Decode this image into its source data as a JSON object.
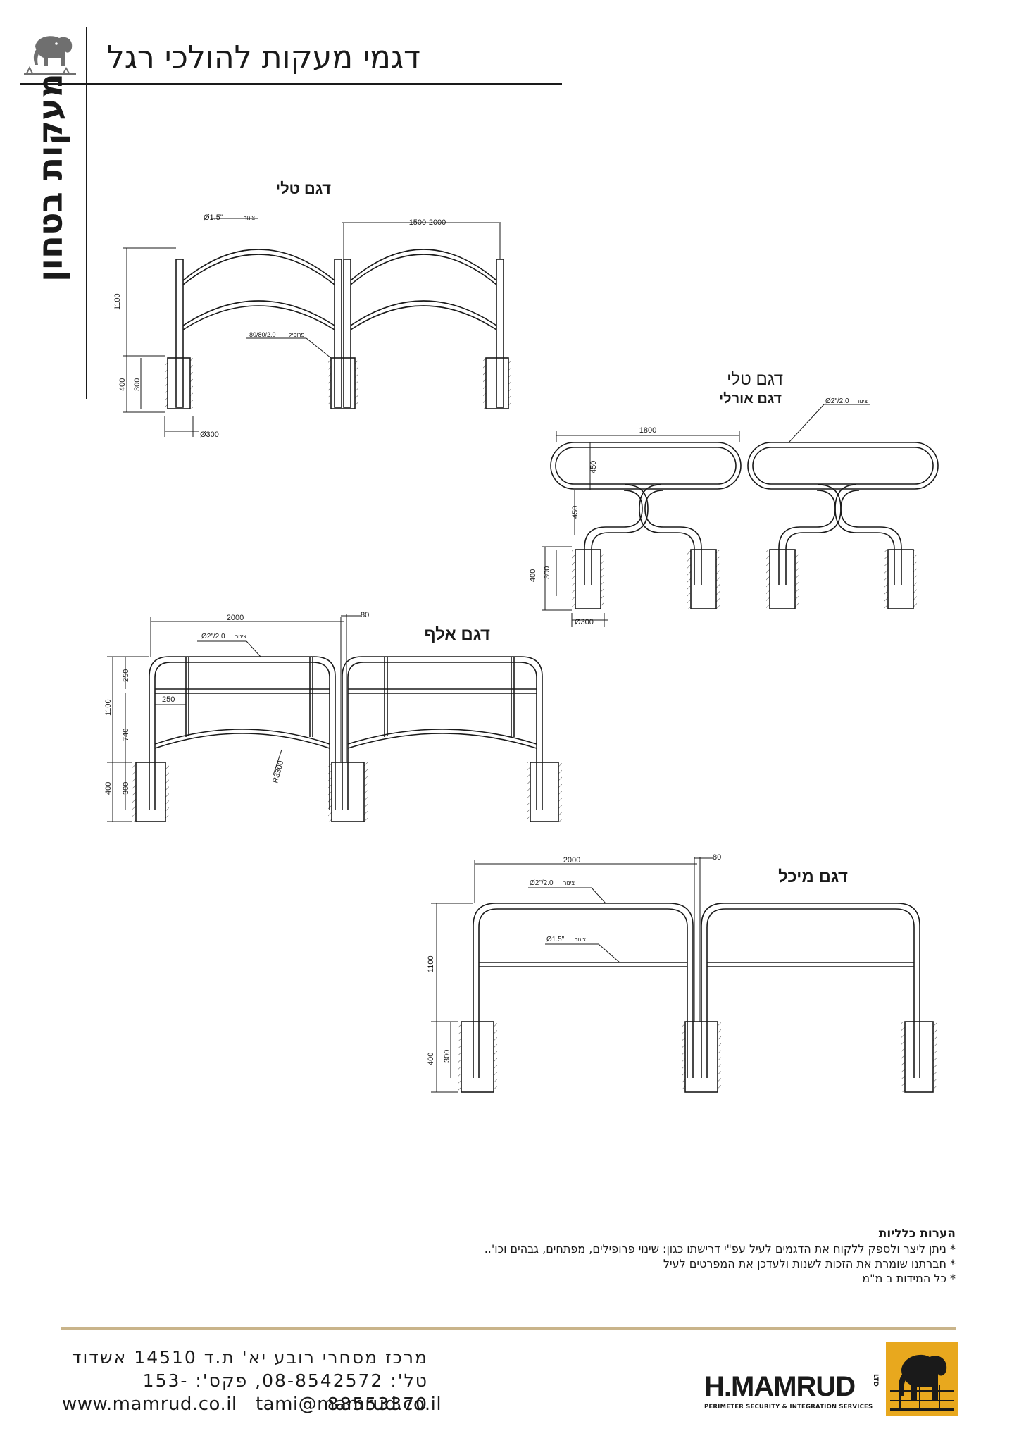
{
  "header": {
    "title": "דגמי מעקות להולכי רגל",
    "side_title": "מעקות בטחון"
  },
  "drawings": {
    "tali": {
      "name": "דגם טלי",
      "pipe": "Ø1.5\"",
      "pipe_word": "צינור",
      "span": "1500-2000",
      "height": "1100",
      "depth": "400",
      "embed": "300",
      "profile": "80/80/2.0",
      "profile_word": "פרופיל",
      "footing": "Ø300"
    },
    "tali_orli": {
      "name1": "דגם טלי",
      "name2": "דגם אורלי",
      "pipe": "Ø2\"/2.0",
      "pipe_word": "צינור",
      "length": "1800",
      "upper": "450",
      "lower": "450",
      "depth": "400",
      "embed": "300",
      "footing": "Ø300"
    },
    "alef": {
      "name": "דגם אלף",
      "length": "2000",
      "post": "80",
      "pipe": "Ø2\"/2.0",
      "pipe_word": "צינור",
      "top": "250",
      "height": "1100",
      "mid": "740",
      "offset": "250",
      "radius": "R3300",
      "depth": "400",
      "embed": "300"
    },
    "michal": {
      "name": "דגם מיכל",
      "length": "2000",
      "post": "80",
      "pipe_top": "Ø2\"/2.0",
      "pipe_mid": "Ø1.5\"",
      "pipe_word": "צינור",
      "height": "1100",
      "depth": "400",
      "embed": "300"
    }
  },
  "notes": {
    "heading": "הערות כלליות",
    "items": [
      "* ניתן ליצר ולספק ללקוח את הדגמים לעיל עפ\"י דרישתו כגון: שינוי פרופילים, מפתחים, גבהים וכו'..",
      "* חברתנו שומרת את הזכות לשנות ולעדכן את המפרטים לעיל",
      "* כל המידות ב מ\"מ"
    ]
  },
  "footer": {
    "address": "מרכז מסחרי רובע יא' ת.ד 14510 אשדוד",
    "phones": "טל': 08-8542572, פקס': 153-88553370",
    "website": "www.mamrud.co.il",
    "email": "tami@mamrud.co.il",
    "brand": "H.MAMRUD",
    "brand_ltd": "LTD",
    "brand_tagline": "PERIMETER SECURITY & INTEGRATION SERVICES"
  },
  "colors": {
    "line": "#1a1a1a",
    "gold_rule": "#c9b48a",
    "logo_bg": "#e8a81e",
    "hatch": "#555555"
  }
}
